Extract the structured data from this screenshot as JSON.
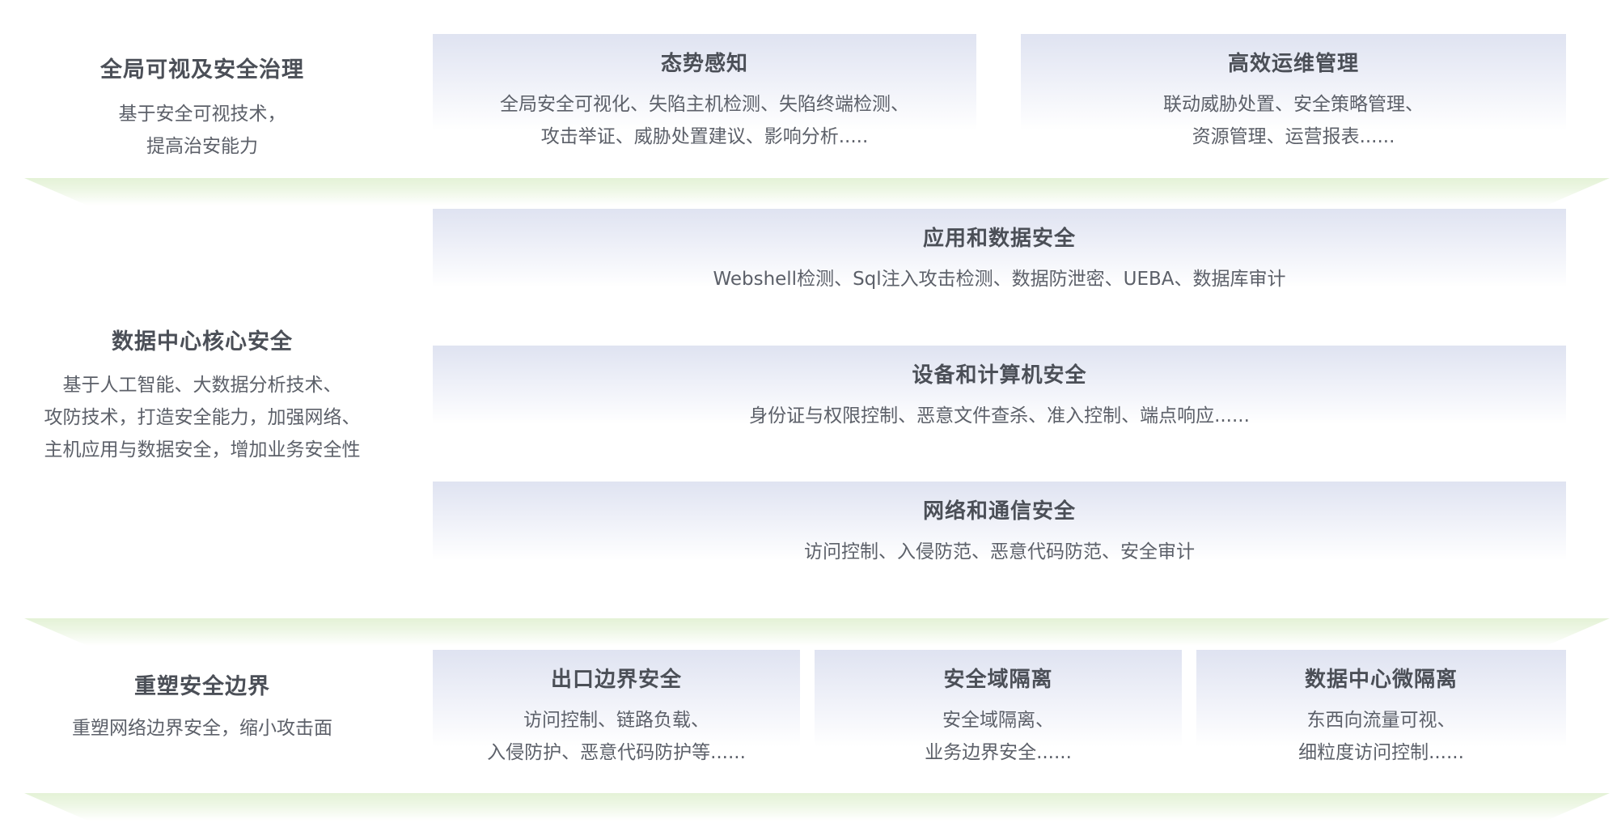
{
  "sections": [
    {
      "title": "全局可视及安全治理",
      "desc_lines": [
        "基于安全可视技术，",
        "提高治安能力"
      ],
      "cards": [
        {
          "title": "态势感知",
          "lines": [
            "全局安全可视化、失陷主机检测、失陷终端检测、",
            "攻击举证、威胁处置建议、影响分析....."
          ]
        },
        {
          "title": "高效运维管理",
          "lines": [
            "联动威胁处置、安全策略管理、",
            "资源管理、运营报表......"
          ]
        }
      ]
    },
    {
      "title": "数据中心核心安全",
      "desc_lines": [
        "基于人工智能、大数据分析技术、",
        "攻防技术，打造安全能力，加强网络、",
        "主机应用与数据安全，增加业务安全性"
      ],
      "cards": [
        {
          "title": "应用和数据安全",
          "lines": [
            "Webshell检测、Sql注入攻击检测、数据防泄密、UEBA、数据库审计"
          ]
        },
        {
          "title": "设备和计算机安全",
          "lines": [
            "身份证与权限控制、恶意文件查杀、准入控制、端点响应......"
          ]
        },
        {
          "title": "网络和通信安全",
          "lines": [
            "访问控制、入侵防范、恶意代码防范、安全审计"
          ]
        }
      ]
    },
    {
      "title": "重塑安全边界",
      "desc_lines": [
        "重塑网络边界安全，缩小攻击面"
      ],
      "cards": [
        {
          "title": "出口边界安全",
          "lines": [
            "访问控制、链路负载、",
            "入侵防护、恶意代码防护等......"
          ]
        },
        {
          "title": "安全域隔离",
          "lines": [
            "安全域隔离、",
            "业务边界安全......"
          ]
        },
        {
          "title": "数据中心微隔离",
          "lines": [
            "东西向流量可视、",
            "细粒度访问控制......"
          ]
        }
      ]
    }
  ]
}
